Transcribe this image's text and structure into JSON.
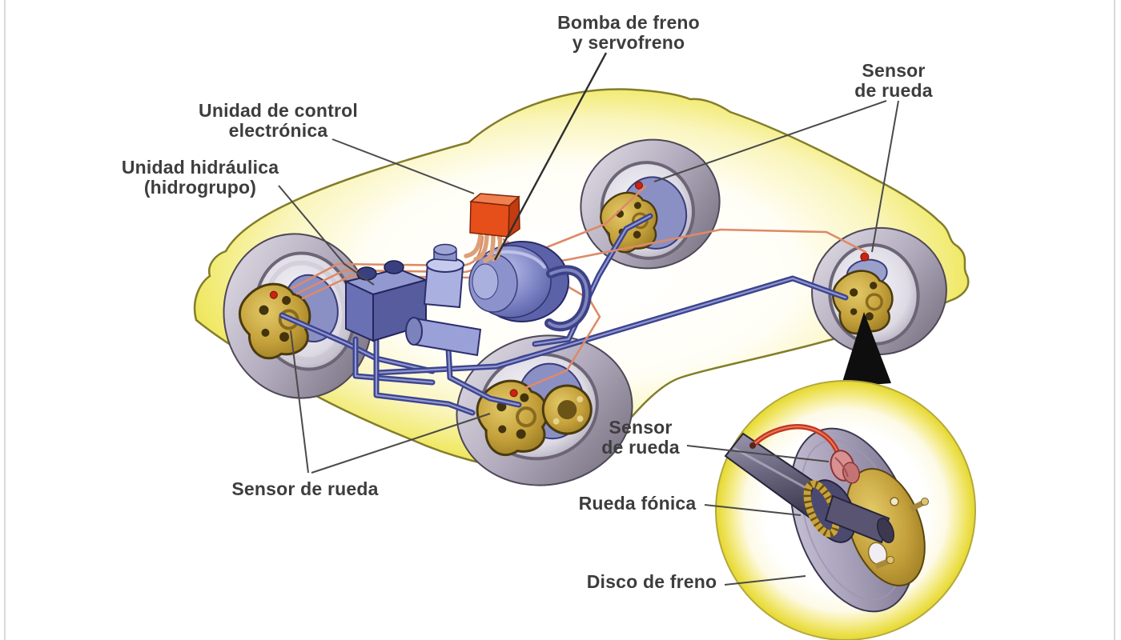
{
  "labels": {
    "brake_pump": {
      "line1": "Bomba de freno",
      "line2": "y servofreno"
    },
    "control_unit": {
      "line1": "Unidad de control",
      "line2": "electrónica"
    },
    "hydraulic_unit": {
      "line1": "Unidad hidráulica",
      "line2": "(hidrogrupo)"
    },
    "wheel_sensor_top": {
      "line1": "Sensor",
      "line2": "de rueda"
    },
    "wheel_sensor_bottom": {
      "text": "Sensor de rueda"
    },
    "wheel_sensor_inset": {
      "line1": "Sensor",
      "line2": "de rueda"
    },
    "tone_wheel": {
      "text": "Rueda fónica"
    },
    "brake_disc": {
      "text": "Disco de freno"
    }
  },
  "colors": {
    "label_text": "#3d3d3d",
    "leader_line": "#4a4a4a",
    "car_yellow": "#e9e041",
    "car_outline": "#837d2b",
    "ecu_red": "#e64e1a",
    "component_blue": "#7d84c4",
    "pipe_navy": "#3d4490",
    "wire_orange": "#dd8a68",
    "hub_gold": "#c9a844",
    "tire_gray": "#aaa4b4",
    "sensor_red": "#cc2211"
  }
}
